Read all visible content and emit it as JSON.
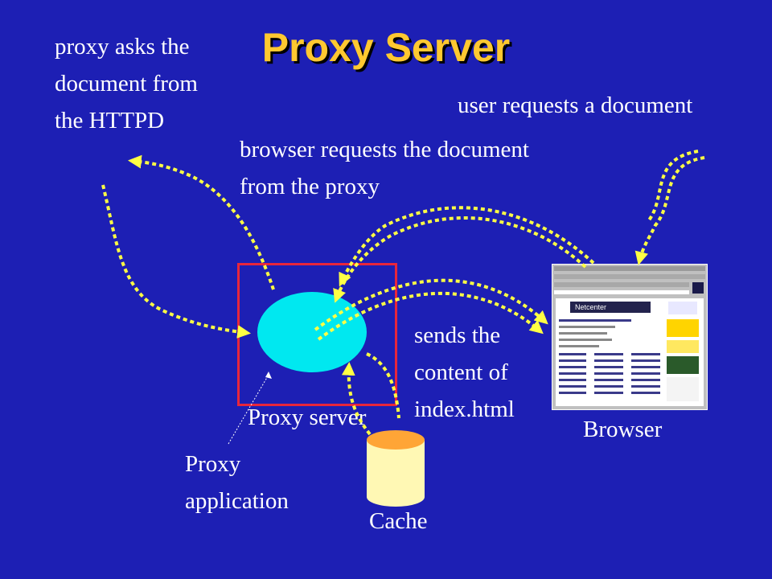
{
  "title": "Proxy Server",
  "notes": {
    "proxy_asks": [
      "proxy asks the",
      "document from",
      "the HTTPD"
    ],
    "user_requests": "user requests a document",
    "browser_requests": [
      "browser requests the document",
      "from the proxy"
    ],
    "sends": [
      "sends the",
      "content of",
      "index.html"
    ],
    "proxy_application": [
      "Proxy",
      "application"
    ]
  },
  "labels": {
    "proxy_server": "Proxy server",
    "browser": "Browser",
    "cache": "Cache"
  },
  "browser_thumbnail": {
    "banner": "Netcenter"
  },
  "colors": {
    "background": "#1d1fb4",
    "title": "#ffc830",
    "arrow": "#ffff44",
    "proxy_box": "#e8263c",
    "proxy_node": "#00e8f0",
    "cache_top": "#ffa536",
    "cache_body": "#fff8b4"
  }
}
